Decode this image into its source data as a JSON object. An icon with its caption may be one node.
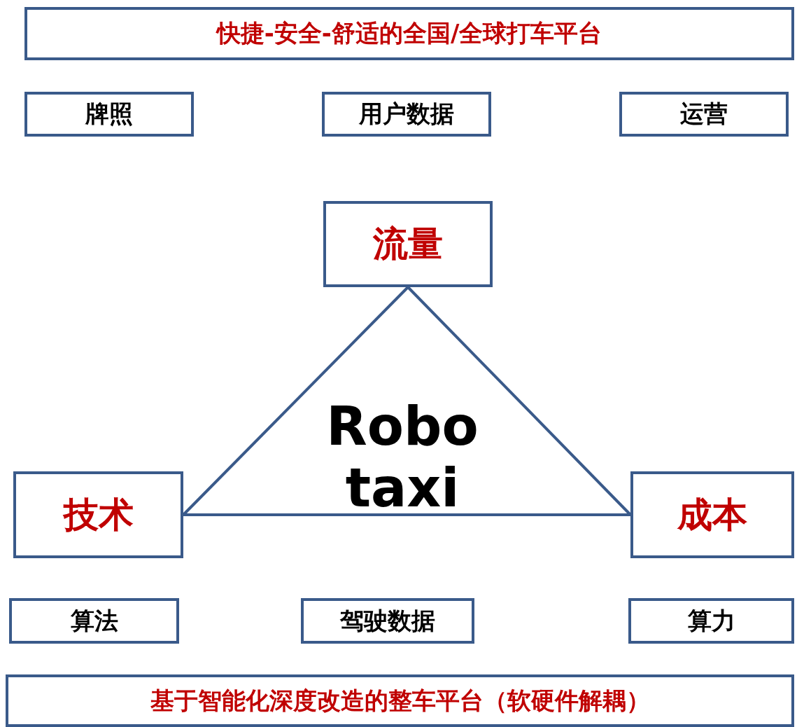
{
  "diagram": {
    "nodes": [
      {
        "text": [
          "快捷-安全-舒适的全国/全球打车平台"
        ]
      },
      {
        "text": [
          "牌照"
        ]
      },
      {
        "text": [
          "用户数据"
        ]
      },
      {
        "text": [
          "运营"
        ]
      },
      {
        "text": [
          "流量"
        ]
      },
      {
        "text": [
          "技术"
        ]
      },
      {
        "text": [
          "成本"
        ]
      },
      {
        "text": [
          "算法"
        ]
      },
      {
        "text": [
          "驾驶数据"
        ]
      },
      {
        "text": [
          "算力"
        ]
      },
      {
        "text": [
          "基于智能化深度改造的整车平台（软硬件解耦）"
        ]
      }
    ],
    "edges": [
      {
        "from": 4,
        "to": 5,
        "arrow": "none"
      },
      {
        "from": 4,
        "to": 6,
        "arrow": "none"
      },
      {
        "from": 5,
        "to": 6,
        "arrow": "none"
      }
    ],
    "labels": [
      "Robo taxi"
    ]
  }
}
